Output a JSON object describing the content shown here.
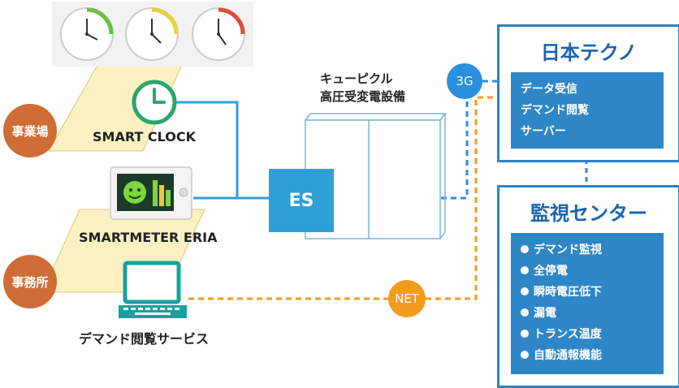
{
  "locations": {
    "site": "事業場",
    "office": "事務所"
  },
  "devices": {
    "smart_clock": "SMART CLOCK",
    "smartmeter": "SMARTMETER ERIA",
    "demand_service": "デマンド閲覧サービス"
  },
  "cubicle": {
    "line1": "キューピクル",
    "line2": "高圧受変電設備"
  },
  "es_label": "ES",
  "links": {
    "mobile": "3G",
    "net": "NET"
  },
  "panels": {
    "nihon_techno": {
      "title": "日本テクノ",
      "items": [
        "データ受信",
        "デマンド閲覧",
        "サーバー"
      ]
    },
    "monitoring": {
      "title": "監視センター",
      "items": [
        "デマンド監視",
        "全停電",
        "瞬時電圧低下",
        "漏電",
        "トランス温度",
        "自動通報機能"
      ]
    }
  },
  "colors": {
    "accent_blue": "#2f9fd8",
    "panel_blue": "#2f86c7",
    "orange": "#f39b1f",
    "location_orange": "#cf6d36",
    "sign_yellow": "#fbf1c2"
  }
}
